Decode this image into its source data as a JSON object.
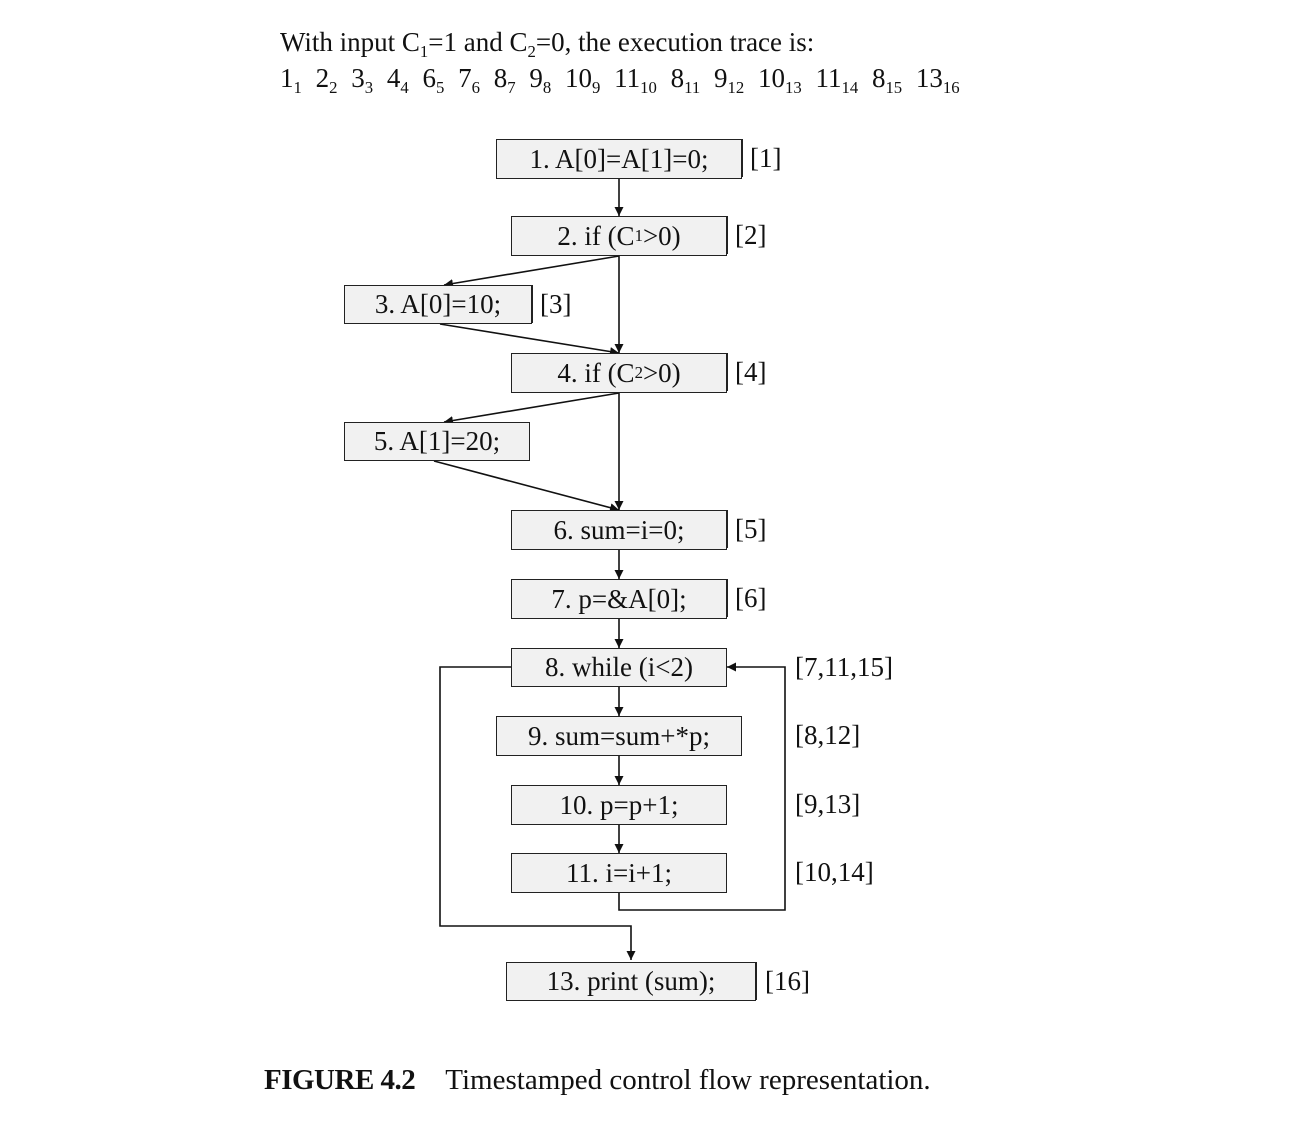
{
  "intro": {
    "prefix": "With input C",
    "c1_sub": "1",
    "mid": "=1 and C",
    "c2_sub": "2",
    "suffix": "=0, the execution trace is:"
  },
  "trace": [
    {
      "n": "1",
      "t": "1"
    },
    {
      "n": "2",
      "t": "2"
    },
    {
      "n": "3",
      "t": "3"
    },
    {
      "n": "4",
      "t": "4"
    },
    {
      "n": "6",
      "t": "5"
    },
    {
      "n": "7",
      "t": "6"
    },
    {
      "n": "8",
      "t": "7"
    },
    {
      "n": "9",
      "t": "8"
    },
    {
      "n": "10",
      "t": "9"
    },
    {
      "n": "11",
      "t": "10"
    },
    {
      "n": "8",
      "t": "11"
    },
    {
      "n": "9",
      "t": "12"
    },
    {
      "n": "10",
      "t": "13"
    },
    {
      "n": "11",
      "t": "14"
    },
    {
      "n": "8",
      "t": "15"
    },
    {
      "n": "13",
      "t": "16"
    }
  ],
  "nodes": {
    "n1": {
      "label": "1. A[0]=A[1]=0;",
      "ts": "[1]"
    },
    "n2": {
      "pre": "2. if (C",
      "sub": "1",
      "post": ">0)",
      "ts": "[2]"
    },
    "n3": {
      "label": "3. A[0]=10;",
      "ts": "[3]"
    },
    "n4": {
      "pre": "4. if (C",
      "sub": "2",
      "post": ">0)",
      "ts": "[4]"
    },
    "n5": {
      "label": "5. A[1]=20;",
      "ts": ""
    },
    "n6": {
      "label": "6. sum=i=0;",
      "ts": "[5]"
    },
    "n7": {
      "label": "7. p=&A[0];",
      "ts": "[6]"
    },
    "n8": {
      "label": "8. while (i<2)",
      "ts": "[7,11,15]"
    },
    "n9": {
      "label": "9. sum=sum+*p;",
      "ts": "[8,12]"
    },
    "n10": {
      "label": "10. p=p+1;",
      "ts": "[9,13]"
    },
    "n11": {
      "label": "11. i=i+1;",
      "ts": "[10,14]"
    },
    "n13": {
      "label": "13. print (sum);",
      "ts": "[16]"
    }
  },
  "caption": {
    "figure": "FIGURE 4.2",
    "text": "Timestamped control flow representation."
  }
}
